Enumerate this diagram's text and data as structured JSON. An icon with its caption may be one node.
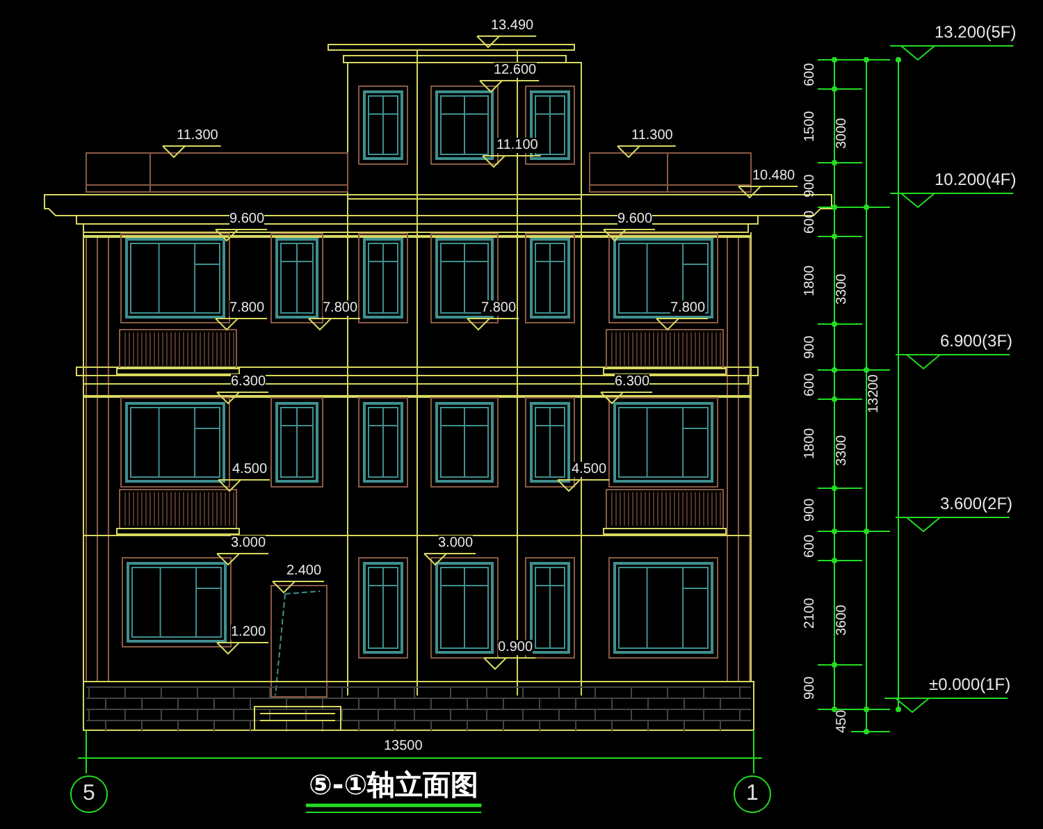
{
  "diagram": {
    "title": "⑤-①轴立面图",
    "labels": [
      "13.490",
      "12.600",
      "11.300",
      "11.100",
      "11.300",
      "10.480",
      "9.600",
      "9.600",
      "7.800",
      "7.800",
      "7.800",
      "7.800",
      "6.300",
      "6.300",
      "4.500",
      "4.500",
      "3.000",
      "2.400",
      "3.000",
      "1.200",
      "0.900",
      "13500",
      "5",
      "1",
      "13.200(5F)",
      "10.200(4F)",
      "6.900(3F)",
      "3.600(2F)",
      "±0.000(1F)",
      "600",
      "1500",
      "900",
      "600",
      "1800",
      "900",
      "600",
      "1800",
      "900",
      "600",
      "2100",
      "900",
      "450",
      "3000",
      "3300",
      "3300",
      "3600",
      "13200"
    ]
  }
}
